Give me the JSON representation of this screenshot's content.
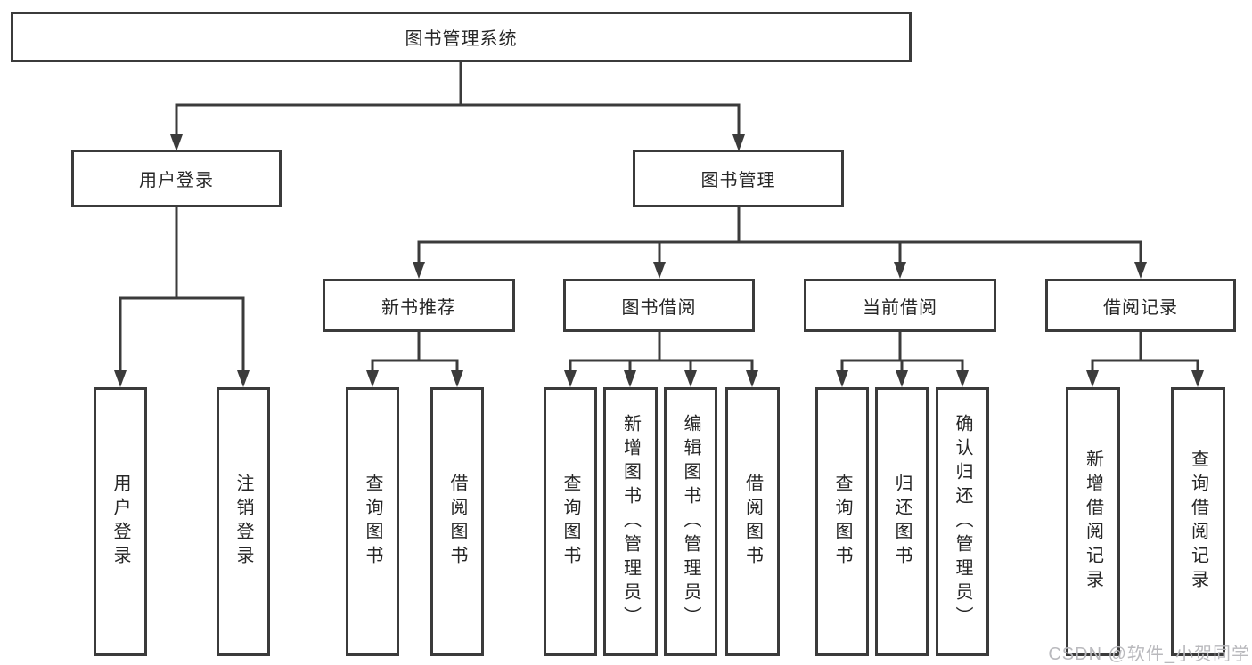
{
  "tree": {
    "label": "图书管理系统",
    "children": [
      {
        "label": "用户登录",
        "children": [
          {
            "label": "用户登录"
          },
          {
            "label": "注销登录"
          }
        ]
      },
      {
        "label": "图书管理",
        "children": [
          {
            "label": "新书推荐",
            "children": [
              {
                "label": "查询图书"
              },
              {
                "label": "借阅图书"
              }
            ]
          },
          {
            "label": "图书借阅",
            "children": [
              {
                "label": "查询图书"
              },
              {
                "label": "新增图书（管理员）"
              },
              {
                "label": "编辑图书（管理员）"
              },
              {
                "label": "借阅图书"
              }
            ]
          },
          {
            "label": "当前借阅",
            "children": [
              {
                "label": "查询图书"
              },
              {
                "label": "归还图书"
              },
              {
                "label": "确认归还（管理员）"
              }
            ]
          },
          {
            "label": "借阅记录",
            "children": [
              {
                "label": "新增借阅记录"
              },
              {
                "label": "查询借阅记录"
              }
            ]
          }
        ]
      }
    ]
  },
  "watermark": "CSDN @软件_小贺同学",
  "colors": {
    "line": "#3b3b3b",
    "box_border": "#3b3b3b",
    "text": "#262626",
    "background": "#ffffff",
    "watermark": "#b9b9bd"
  }
}
